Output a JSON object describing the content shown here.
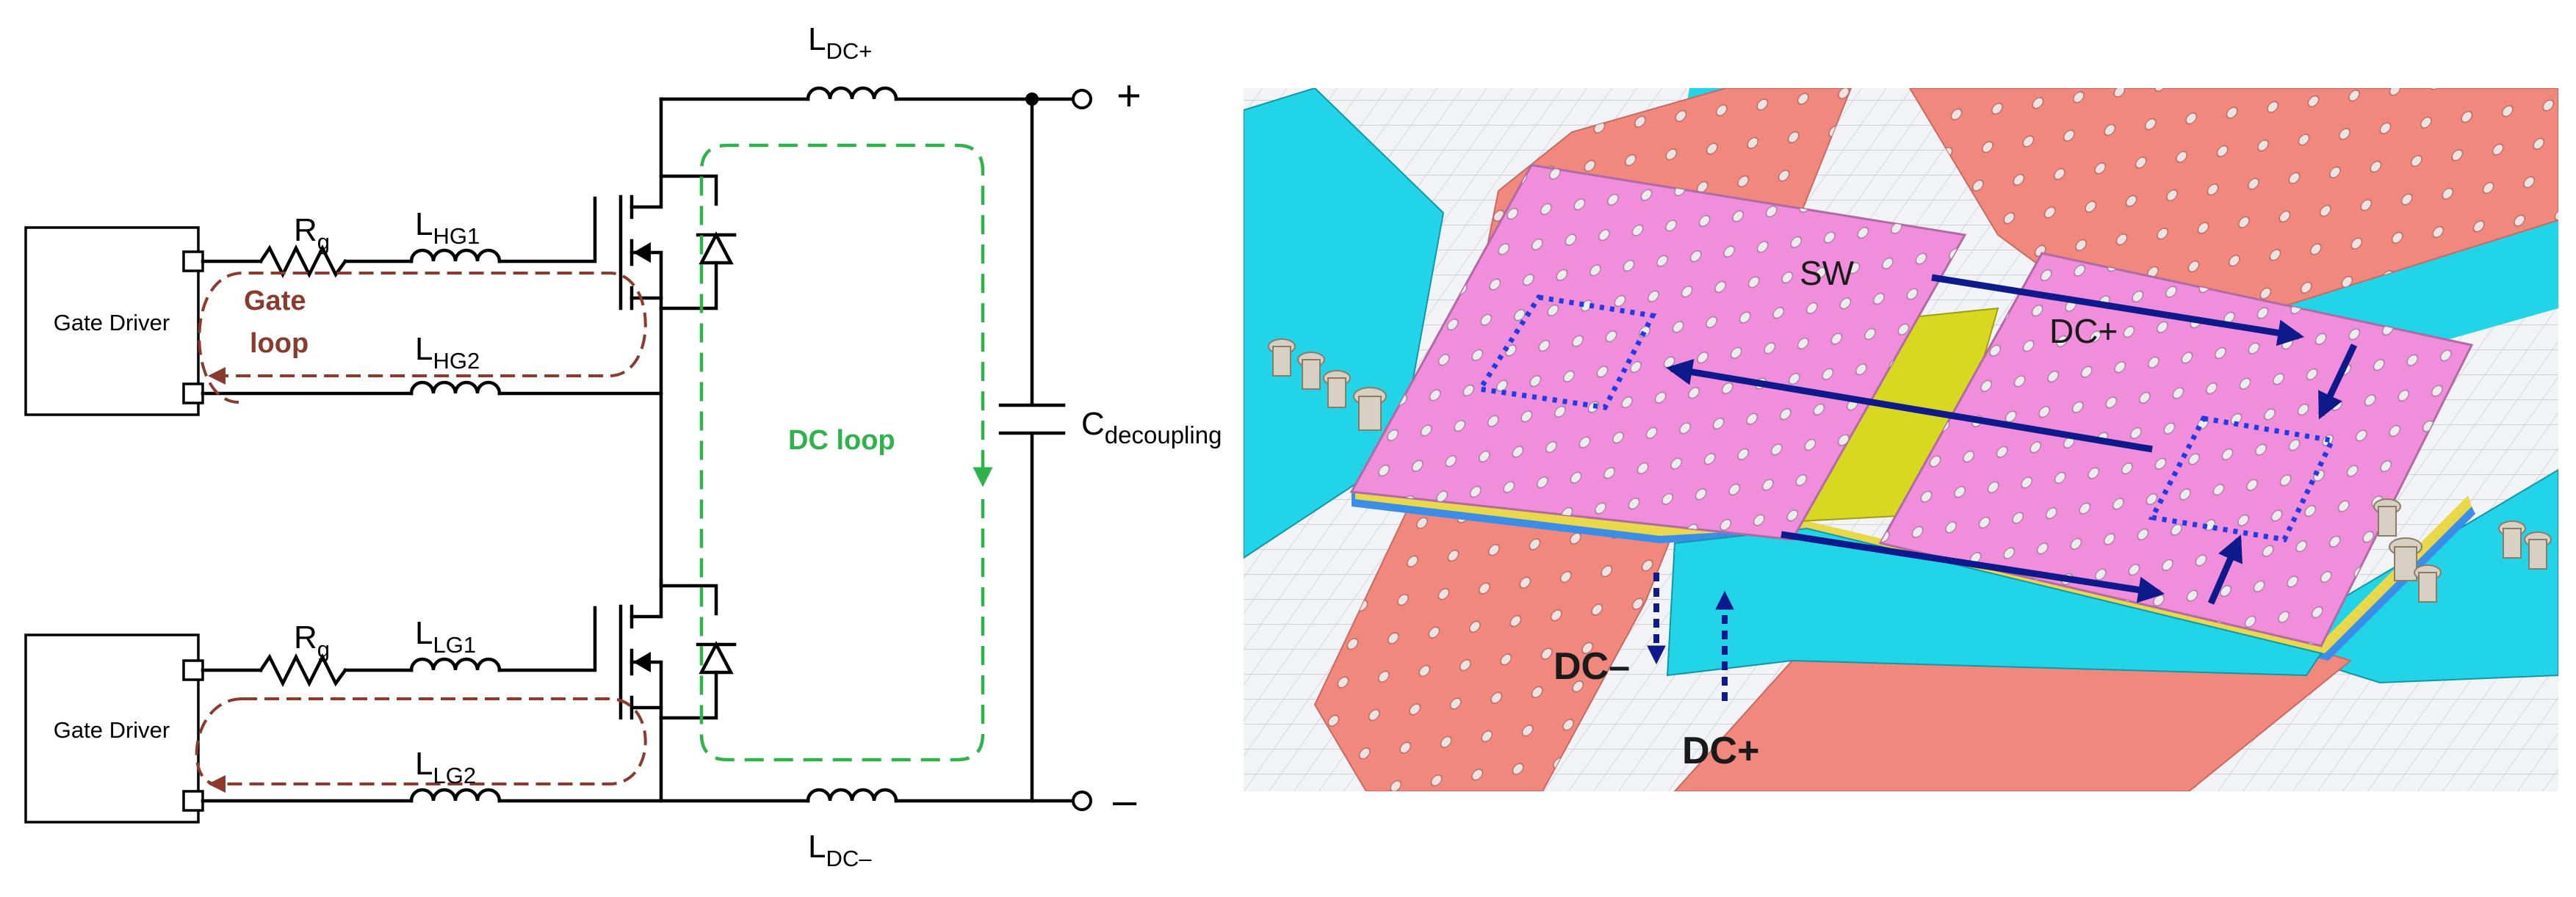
{
  "schematic": {
    "gate_driver_top": "Gate Driver",
    "gate_driver_bottom": "Gate Driver",
    "r_top": {
      "main": "R",
      "sub": "g"
    },
    "r_bottom": {
      "main": "R",
      "sub": "g"
    },
    "l_hg1": {
      "main": "L",
      "sub": "HG1"
    },
    "l_hg2": {
      "main": "L",
      "sub": "HG2"
    },
    "l_lg1": {
      "main": "L",
      "sub": "LG1"
    },
    "l_lg2": {
      "main": "L",
      "sub": "LG2"
    },
    "l_dc_plus": {
      "main": "L",
      "sub": "DC+"
    },
    "l_dc_minus": {
      "main": "L",
      "sub": "DC–"
    },
    "c_decoupling": {
      "main": "C",
      "sub": "decoupling"
    },
    "plus_terminal": "+",
    "minus_terminal": "–",
    "gate_loop_line1": "Gate",
    "gate_loop_line2": "loop",
    "dc_loop": "DC loop"
  },
  "layout3d": {
    "sw_label": "SW",
    "dc_plus_plate": "DC+",
    "dc_minus_term": "DC–",
    "dc_plus_term": "DC+"
  },
  "colors": {
    "gate_loop": "#8B3A2E",
    "dc_loop": "#2DB34A",
    "current_arrow": "#0E1A8C",
    "pink_plate": "#F08EDC",
    "salmon_plate": "#F0887E",
    "cyan_plate": "#22D4E8",
    "yellow_layer": "#D8D820",
    "grid_bg": "#F2F3F6"
  }
}
